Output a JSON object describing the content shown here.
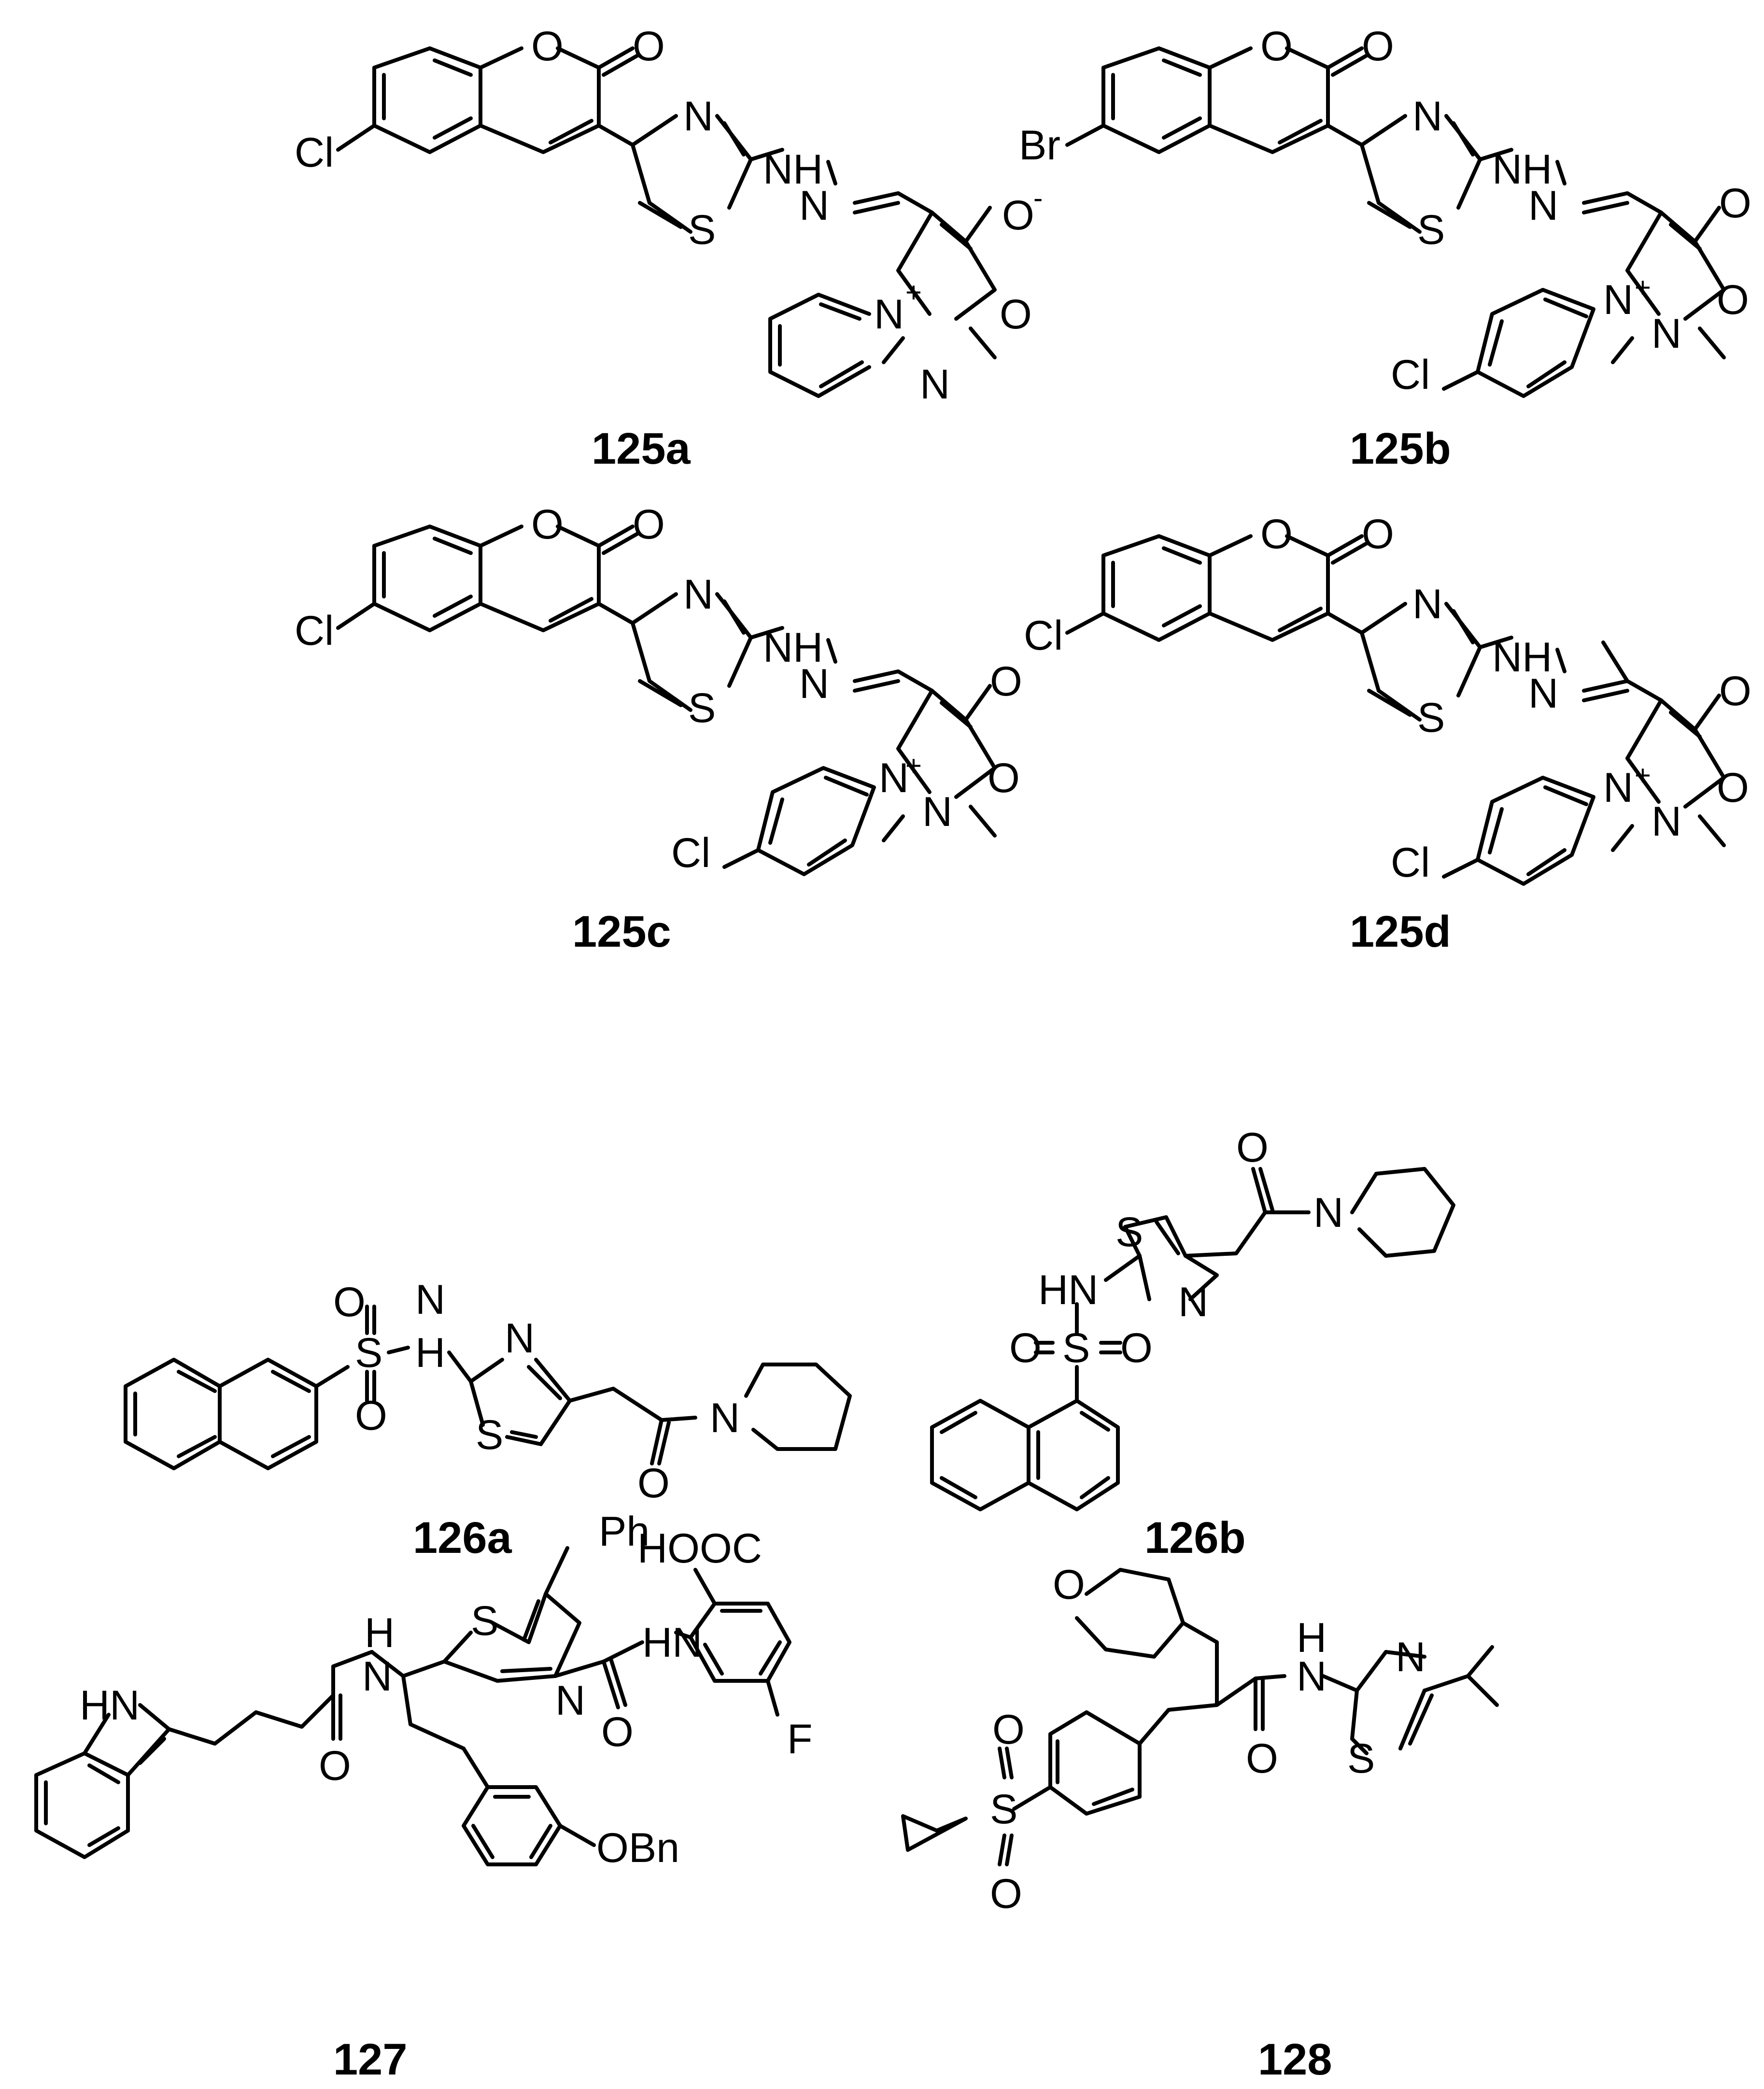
{
  "compounds": [
    {
      "id": "125a",
      "labels": [
        "O",
        "O",
        "Cl",
        "N",
        "S",
        "NH",
        "N",
        "O",
        "N",
        "O",
        "N",
        "+",
        "-"
      ]
    },
    {
      "id": "125b",
      "labels": [
        "O",
        "O",
        "Br",
        "N",
        "S",
        "NH",
        "N",
        "O",
        "N",
        "O",
        "N",
        "Cl",
        "+",
        "-"
      ]
    },
    {
      "id": "125c",
      "labels": [
        "O",
        "O",
        "Cl",
        "N",
        "S",
        "NH",
        "N",
        "O",
        "N",
        "O",
        "N",
        "Cl",
        "+",
        "-"
      ]
    },
    {
      "id": "125d",
      "labels": [
        "O",
        "O",
        "Cl",
        "N",
        "S",
        "NH",
        "N",
        "O",
        "N",
        "O",
        "N",
        "Cl",
        "+",
        "-"
      ]
    },
    {
      "id": "126a",
      "labels": [
        "O",
        "S",
        "O",
        "N",
        "H",
        "N",
        "S",
        "O",
        "N"
      ]
    },
    {
      "id": "126b",
      "labels": [
        "S",
        "N",
        "HN",
        "O",
        "S",
        "O",
        "O",
        "N"
      ]
    },
    {
      "id": "127",
      "labels": [
        "HN",
        "H",
        "N",
        "O",
        "S",
        "N",
        "Ph",
        "HOOC",
        "HN",
        "O",
        "F",
        "OBn"
      ]
    },
    {
      "id": "128",
      "labels": [
        "O",
        "O",
        "S",
        "O",
        "H",
        "N",
        "O",
        "N",
        "S"
      ]
    }
  ]
}
